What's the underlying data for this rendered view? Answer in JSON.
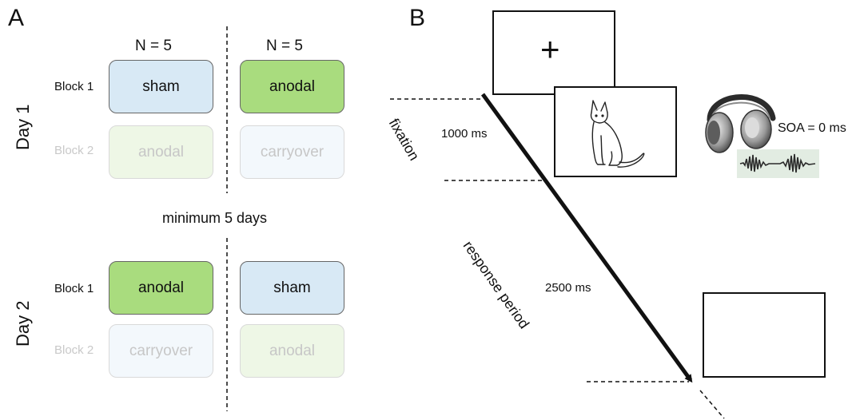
{
  "panel_a": {
    "letter": "A",
    "n_left": "N = 5",
    "n_right": "N = 5",
    "day1": "Day 1",
    "day2": "Day 2",
    "block1": "Block 1",
    "block2": "Block 2",
    "between_days": "minimum 5 days",
    "day1_boxes": {
      "block1_left": "sham",
      "block1_right": "anodal",
      "block2_left": "anodal",
      "block2_right": "carryover"
    },
    "day2_boxes": {
      "block1_left": "anodal",
      "block1_right": "sham",
      "block2_left": "carryover",
      "block2_right": "anodal"
    },
    "colors": {
      "sham": "#d8e9f5",
      "anodal": "#a9dc7e"
    }
  },
  "panel_b": {
    "letter": "B",
    "fixation_symbol": "+",
    "fixation_duration": "1000 ms",
    "fixation_label": "fixation",
    "response_duration": "2500 ms",
    "response_label": "response period",
    "soa": "SOA = 0 ms",
    "picture_icon": "cat-drawing-icon",
    "audio_icon": "headphones-icon",
    "waveform_icon": "waveform-icon"
  }
}
